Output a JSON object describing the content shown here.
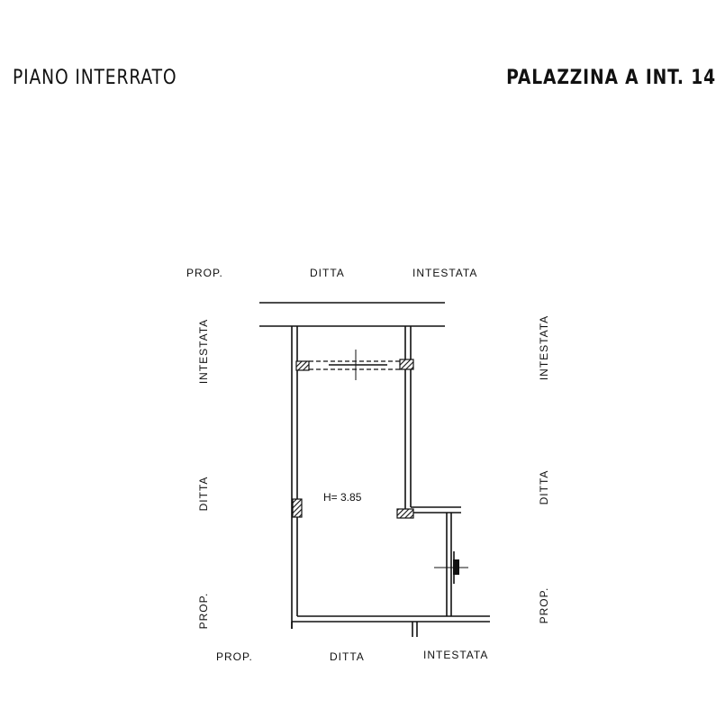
{
  "header": {
    "left_title": "PIANO INTERRATO",
    "right_title": "PALAZZINA A INT. 14"
  },
  "boundary_labels": {
    "top": [
      "PROP.",
      "DITTA",
      "INTESTATA"
    ],
    "bottom": [
      "PROP.",
      "DITTA",
      "INTESTATA"
    ],
    "left": [
      "INTESTATA",
      "DITTA",
      "PROP."
    ],
    "right": [
      "INTESTATA",
      "DITTA",
      "PROP."
    ]
  },
  "room": {
    "height_label": "H= 3.85"
  },
  "colors": {
    "ink": "#111111",
    "background": "#ffffff"
  }
}
